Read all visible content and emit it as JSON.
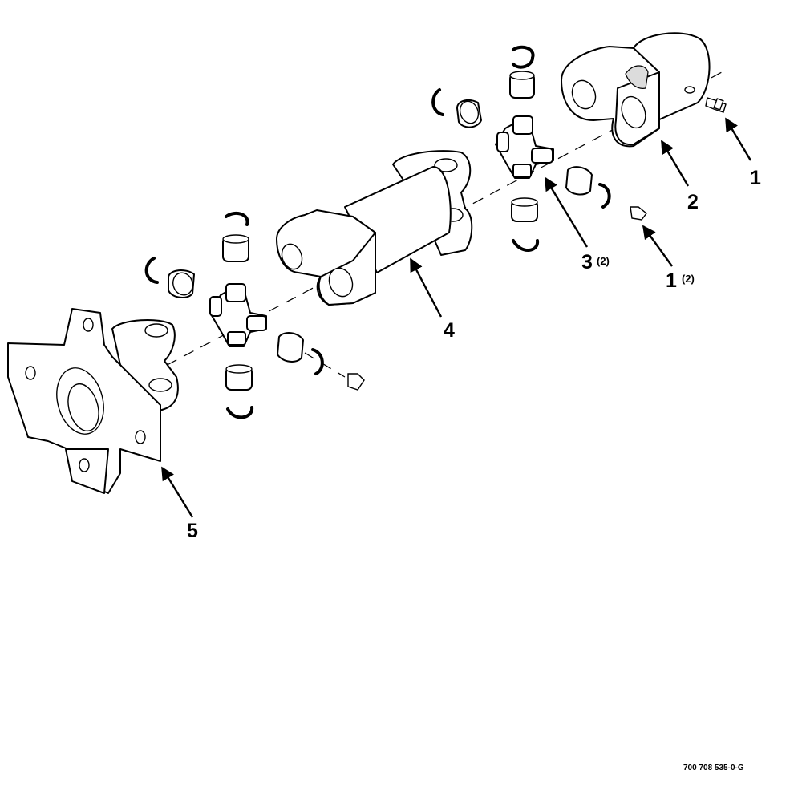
{
  "callouts": [
    {
      "id": "1",
      "label": "1",
      "qty": ""
    },
    {
      "id": "2",
      "label": "2",
      "qty": ""
    },
    {
      "id": "3",
      "label": "3",
      "qty": "(2)"
    },
    {
      "id": "1b",
      "label": "1",
      "qty": "(2)"
    },
    {
      "id": "4",
      "label": "4",
      "qty": ""
    },
    {
      "id": "5",
      "label": "5",
      "qty": ""
    }
  ],
  "figure_code": "700 708 535-0-G"
}
